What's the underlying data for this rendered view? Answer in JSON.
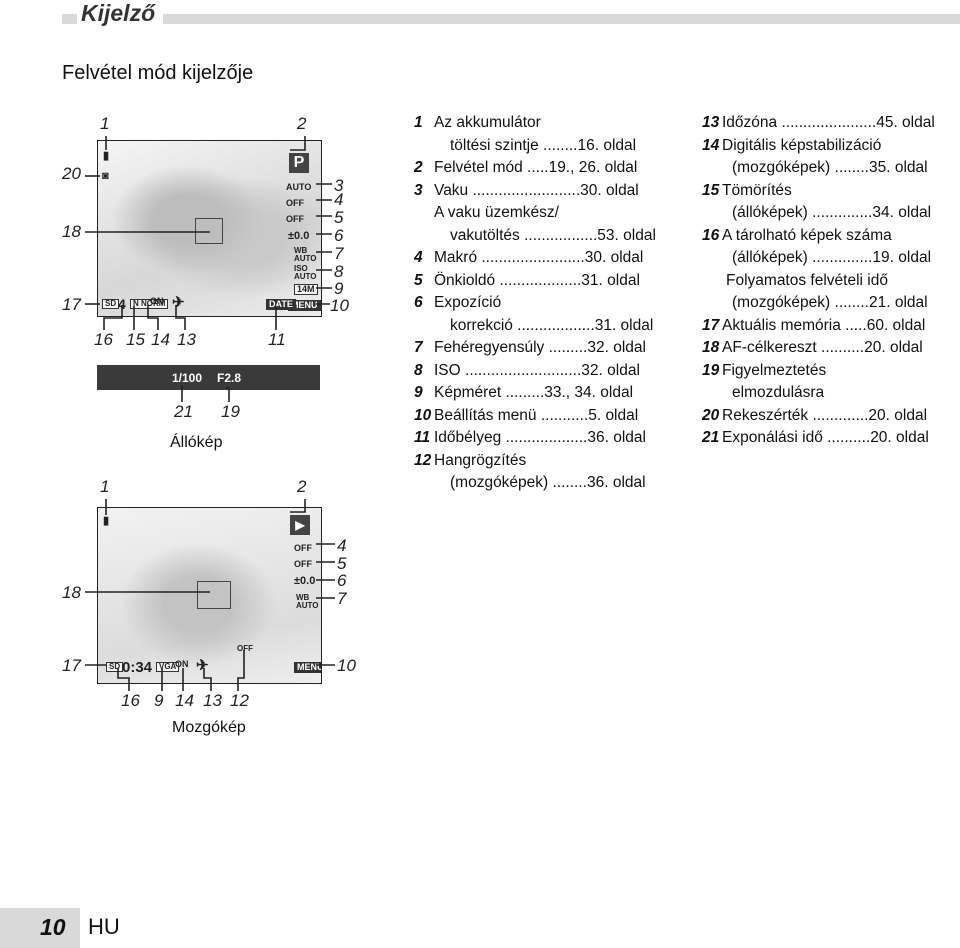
{
  "header": {
    "title": "Kijelző",
    "subtitle": "Felvétel mód kijelzője"
  },
  "photo_mode": {
    "caption": "Állókép",
    "mode": "P",
    "icons": [
      "AUTO",
      "OFF",
      "OFF",
      "±0.0",
      "WB AUTO",
      "ISO AUTO",
      "14M",
      "MENU",
      "DATE",
      "4",
      "N NORM",
      "ON"
    ],
    "shutter": "1/100",
    "aperture": "F2.8",
    "callouts": [
      "1",
      "2",
      "3",
      "4",
      "5",
      "6",
      "7",
      "8",
      "9",
      "10",
      "11",
      "13",
      "14",
      "15",
      "16",
      "17",
      "18",
      "19",
      "20",
      "21"
    ]
  },
  "movie_mode": {
    "caption": "Mozgókép",
    "icons": [
      "OFF",
      "OFF",
      "±0.0",
      "WB AUTO",
      "OFF",
      "MENU",
      "0:34",
      "VGA",
      "ON"
    ],
    "callouts": [
      "1",
      "2",
      "4",
      "5",
      "6",
      "7",
      "10",
      "12",
      "13",
      "14",
      "9",
      "16",
      "17",
      "18"
    ]
  },
  "legend_col1": [
    {
      "n": "1",
      "t": "Az akkumulátor"
    },
    {
      "n": "",
      "t": "töltési szintje ........16. oldal"
    },
    {
      "n": "2",
      "t": "Felvétel mód .....19., 26. oldal"
    },
    {
      "n": "3",
      "t": "Vaku .........................30. oldal"
    },
    {
      "n": "",
      "t": "A vaku üzemkész/"
    },
    {
      "n": "",
      "t": "vakutöltés .................53. oldal"
    },
    {
      "n": "4",
      "t": "Makró ........................30. oldal"
    },
    {
      "n": "5",
      "t": "Önkioldó ...................31. oldal"
    },
    {
      "n": "6",
      "t": "Expozíció"
    },
    {
      "n": "",
      "t": "korrekció ..................31. oldal"
    },
    {
      "n": "7",
      "t": "Fehéregyensúly .........32. oldal"
    },
    {
      "n": "8",
      "t": "ISO ...........................32. oldal"
    },
    {
      "n": "9",
      "t": "Képméret .........33., 34. oldal"
    },
    {
      "n": "10",
      "t": "Beállítás menü ...........5. oldal"
    },
    {
      "n": "11",
      "t": "Időbélyeg ...................36. oldal"
    },
    {
      "n": "12",
      "t": "Hangrögzítés"
    },
    {
      "n": "",
      "t": "(mozgóképek) ........36. oldal"
    }
  ],
  "legend_col2": [
    {
      "n": "13",
      "t": "Időzóna ......................45. oldal"
    },
    {
      "n": "14",
      "t": "Digitális képstabilizáció"
    },
    {
      "n": "",
      "t": "(mozgóképek) ........35. oldal"
    },
    {
      "n": "15",
      "t": "Tömörítés"
    },
    {
      "n": "",
      "t": "(állóképek) ..............34. oldal"
    },
    {
      "n": "16",
      "t": "A tárolható képek száma"
    },
    {
      "n": "",
      "t": "(állóképek) ..............19. oldal"
    },
    {
      "n": "",
      "t": "Folyamatos felvételi idő"
    },
    {
      "n": "",
      "t": "(mozgóképek) ........21. oldal"
    },
    {
      "n": "17",
      "t": "Aktuális memória .....60. oldal"
    },
    {
      "n": "18",
      "t": "AF-célkereszt ..........20. oldal"
    },
    {
      "n": "19",
      "t": "Figyelmeztetés"
    },
    {
      "n": "",
      "t": "elmozdulásra"
    },
    {
      "n": "20",
      "t": "Rekeszérték .............20. oldal"
    },
    {
      "n": "21",
      "t": "Exponálási idő ..........20. oldal"
    }
  ],
  "footer": {
    "page": "10",
    "lang": "HU"
  }
}
